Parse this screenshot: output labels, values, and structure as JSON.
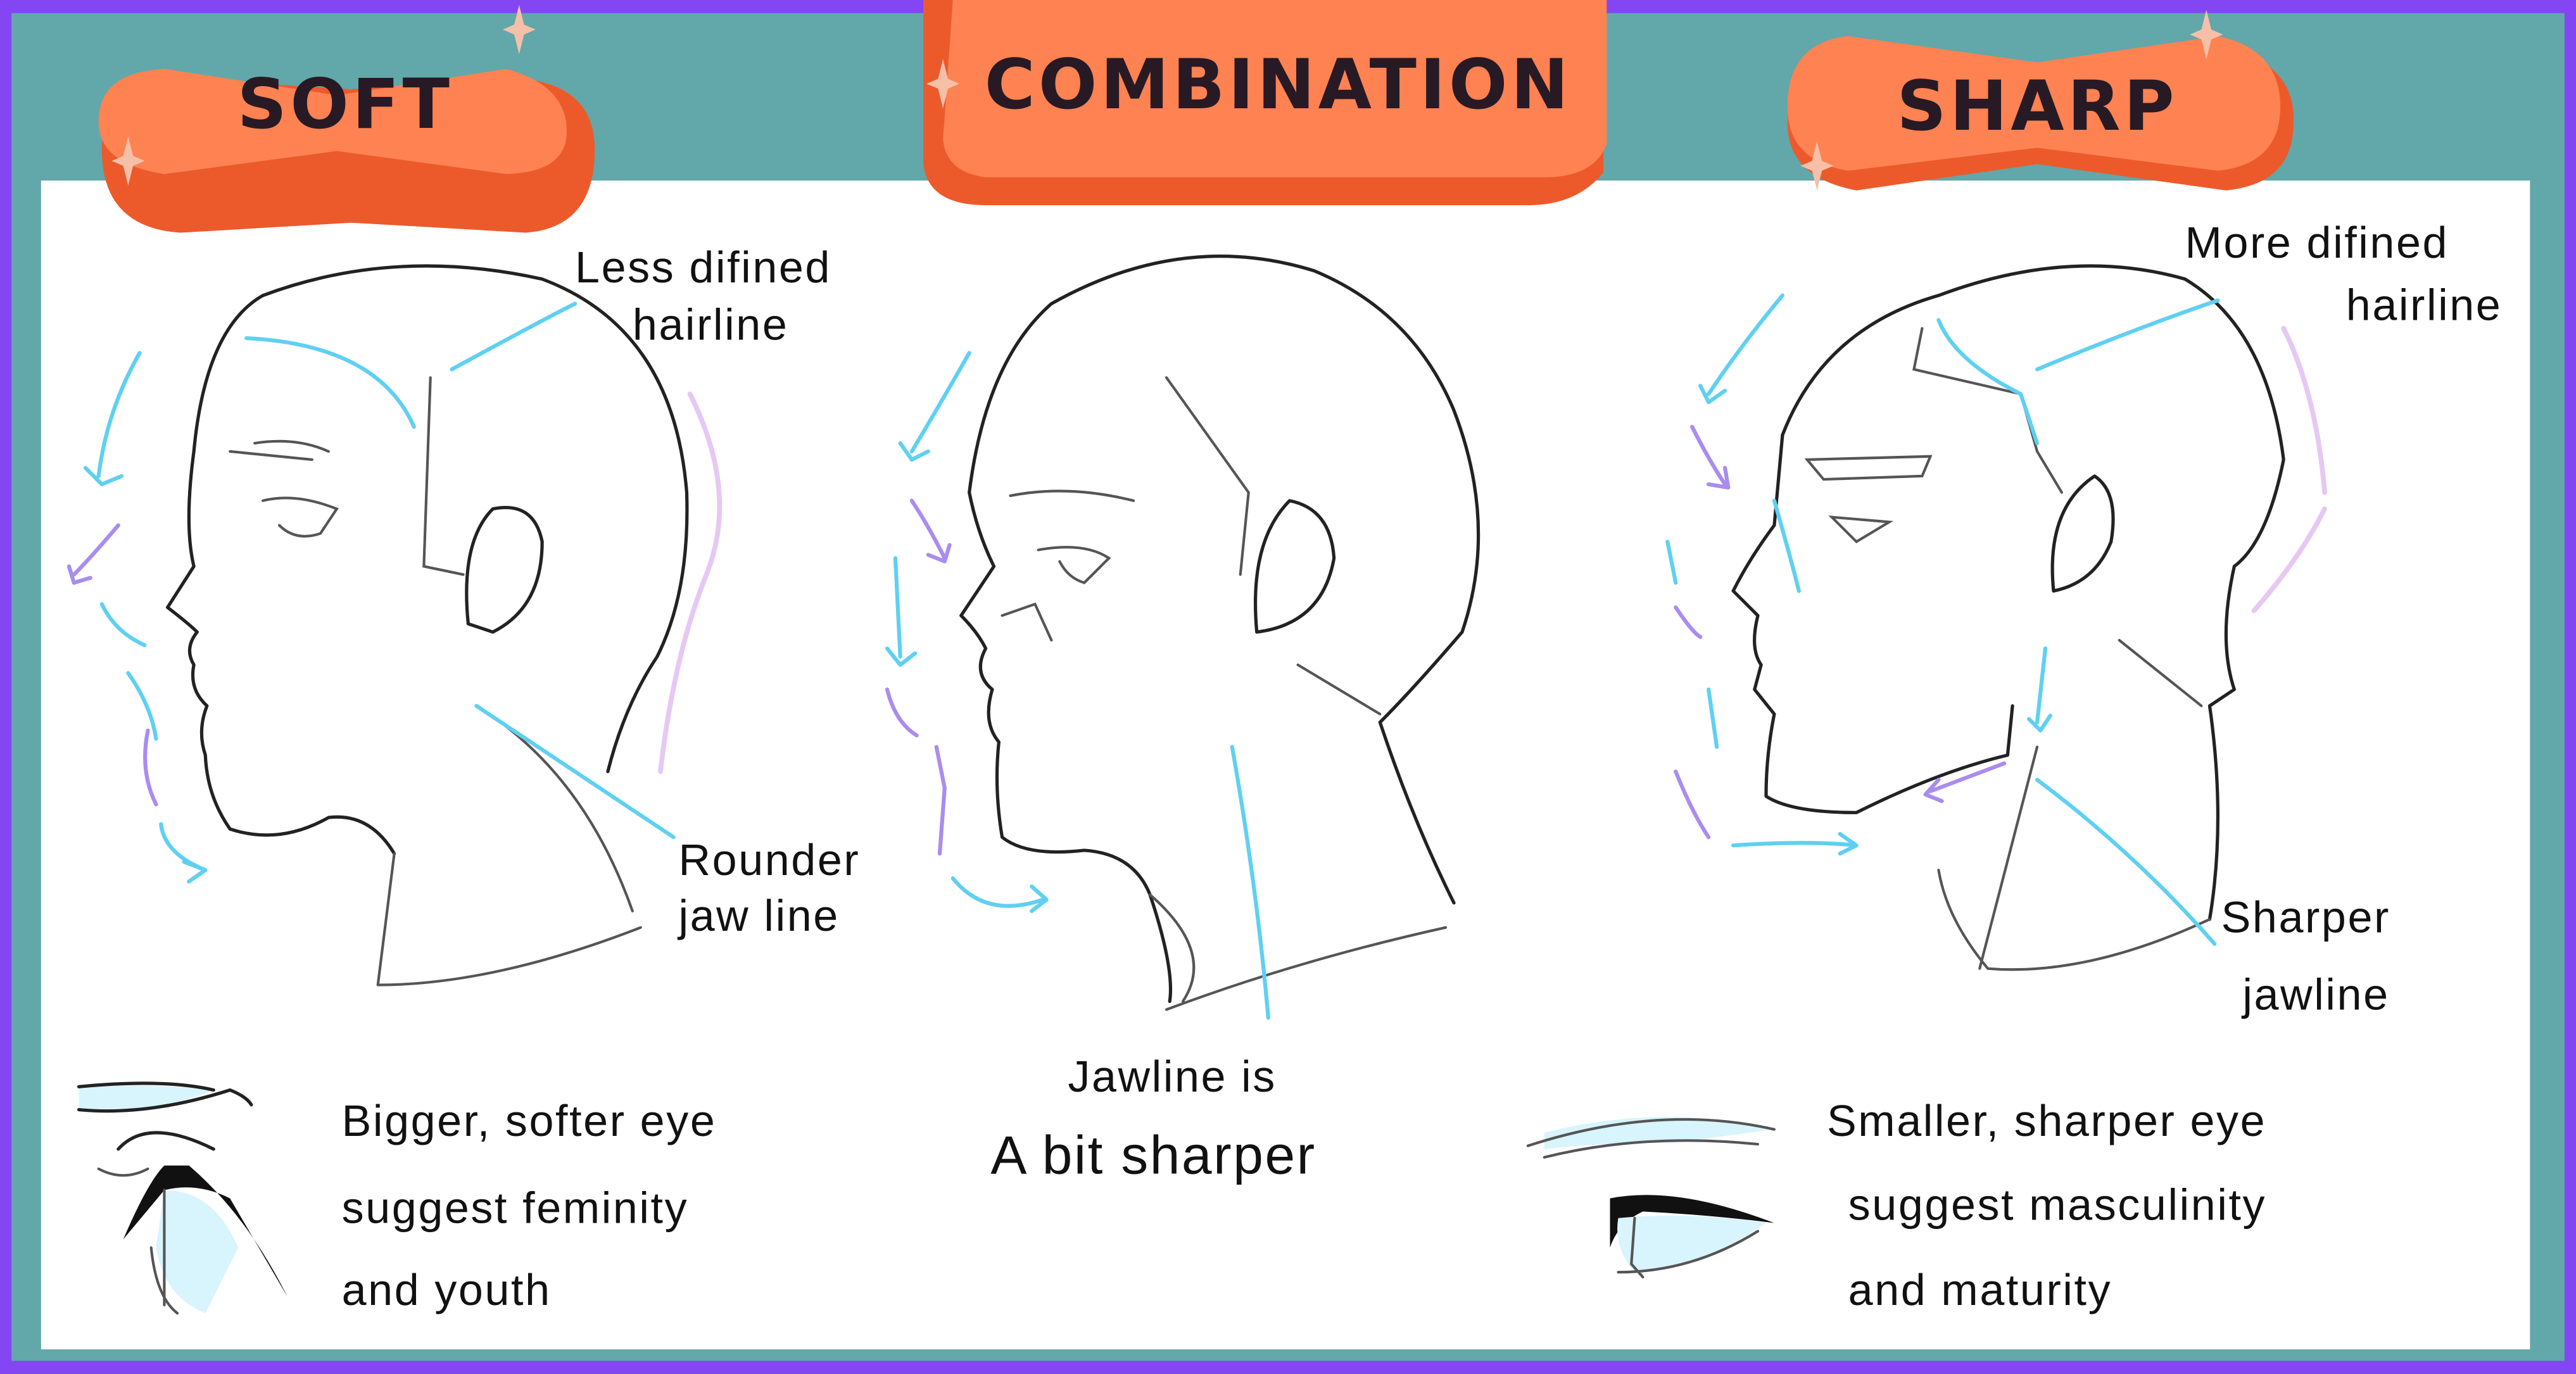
{
  "colors": {
    "border": "#8446f2",
    "background": "#62a7aa",
    "panel": "#ffffff",
    "badge_fill": "#ff8252",
    "badge_shadow": "#ec5a2b",
    "badge_text": "#271a24",
    "guide_blue": "#5fd0f2",
    "guide_purple": "#a98cf0",
    "eye_fill": "#d8f4fc"
  },
  "badges": {
    "soft": "SOFT",
    "combination": "COMBINATION",
    "sharp": "SHARP"
  },
  "soft": {
    "hairline_note": [
      "Less difined",
      "hairline"
    ],
    "jaw_note": [
      "Rounder",
      "jaw line"
    ],
    "eye_note": [
      "Bigger, softer eye",
      "suggest feminity",
      "and youth"
    ]
  },
  "combination": {
    "jaw_note": [
      "Jawline is",
      "A bit sharper"
    ]
  },
  "sharp": {
    "hairline_note": [
      "More difined",
      "hairline"
    ],
    "jaw_note": [
      "Sharper",
      "jawline"
    ],
    "eye_note": [
      "Smaller, sharper eye",
      "suggest masculinity",
      "and maturity"
    ]
  }
}
